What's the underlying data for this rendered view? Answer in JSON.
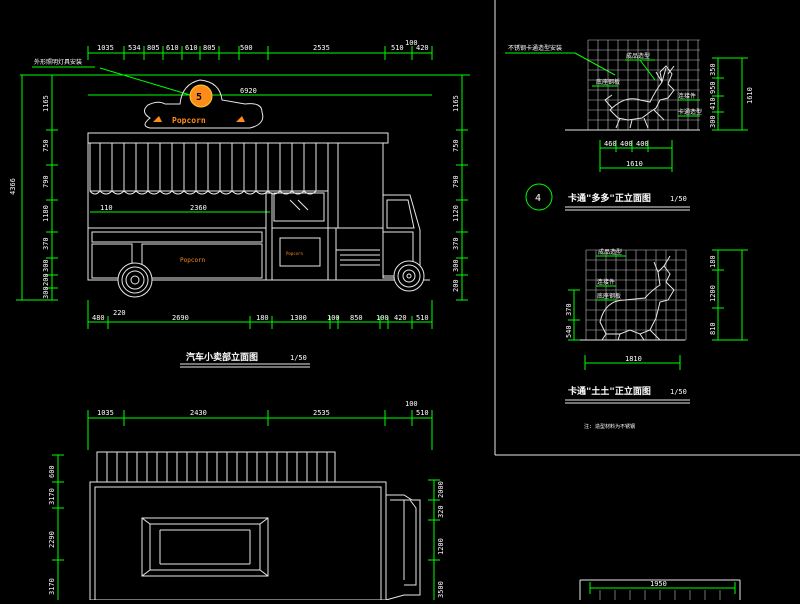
{
  "colors": {
    "background": "#000000",
    "dimension_line": "#00ff00",
    "geometry": "#e8e8e8",
    "accent": "#ff8c1a"
  },
  "elevation": {
    "top_dims": [
      "1035",
      "534",
      "805",
      "610",
      "610",
      "805",
      "500",
      "2535",
      "100",
      "510",
      "420"
    ],
    "overall_width": "6920",
    "note_label": "外形照明灯具安装",
    "brand_text": "Popcorn",
    "panel_text": "Popcorn",
    "counter_dim": "2360",
    "counter_dim_left": "110",
    "left_overall": "4366",
    "left_dims": [
      "1165",
      "750",
      "790",
      "1180",
      "370",
      "300",
      "200",
      "300"
    ],
    "right_dims": [
      "1165",
      "750",
      "790",
      "1120",
      "370",
      "300",
      "200"
    ],
    "bottom_dims": [
      "480",
      "2690",
      "180",
      "1300",
      "100",
      "850",
      "100",
      "420",
      "510"
    ],
    "wheel_label": "220",
    "title": "汽车小卖部立面图",
    "scale": "1/50"
  },
  "plan": {
    "top_dims": [
      "1035",
      "2430",
      "2535",
      "100",
      "510"
    ],
    "left_dims": [
      "600",
      "3170",
      "2290",
      "3170"
    ],
    "right_dims": [
      "2000",
      "320",
      "1200",
      "3500"
    ]
  },
  "sculpture1": {
    "circle_number": "4",
    "pointer_label": "不锈钢卡通造型安装",
    "callouts": [
      "成品造型",
      "底座钢板",
      "连接件",
      "卡通造型"
    ],
    "bottom_dims": [
      "460",
      "400",
      "400"
    ],
    "bottom_overall": "1610",
    "right_dims": [
      "350",
      "950",
      "410",
      "300",
      "1610"
    ],
    "title": "卡通\"多多\"正立面图",
    "scale": "1/50"
  },
  "sculpture2": {
    "callouts": [
      "成品造型",
      "连接件",
      "底座钢板"
    ],
    "bottom_overall": "1810",
    "left_dims": [
      "370",
      "540"
    ],
    "right_dims": [
      "180",
      "1200",
      "810"
    ],
    "title": "卡通\"土土\"正立面图",
    "scale": "1/50",
    "note": "注: 造型材料为不锈钢"
  },
  "bottom_right": {
    "top_dim": "1950"
  }
}
